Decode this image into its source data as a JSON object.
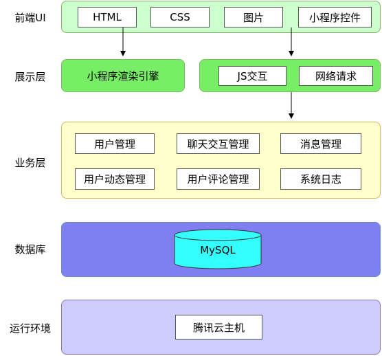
{
  "labels": {
    "frontend": "前端UI",
    "display": "展示层",
    "business": "业务层",
    "database": "数据库",
    "runtime": "运行环境"
  },
  "frontend": {
    "items": [
      "HTML",
      "CSS",
      "图片",
      "小程序控件"
    ]
  },
  "display": {
    "render": "小程序渲染引擎",
    "items": [
      "JS交互",
      "网络请求"
    ]
  },
  "business": {
    "items": [
      "用户管理",
      "聊天交互管理",
      "消息管理",
      "用户动态管理",
      "用户评论管理",
      "系统日志"
    ]
  },
  "database": {
    "db": "MySQL"
  },
  "runtime": {
    "host": "腾讯云主机"
  },
  "colors": {
    "frontend_fill": "#ccffcc",
    "frontend_border": "#82b366",
    "display_fill": "#77ee66",
    "business_fill": "#ffffcc",
    "database_fill": "#7f7ff2",
    "runtime_fill": "#ccccff",
    "cylinder_fill": "#33ffff"
  }
}
